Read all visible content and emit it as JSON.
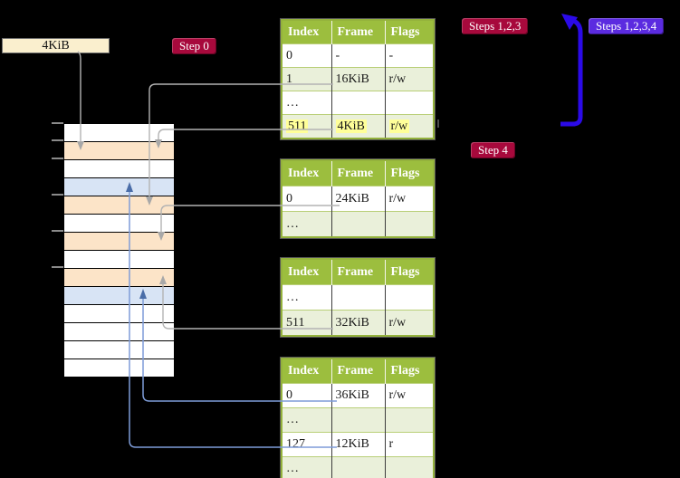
{
  "page_size_box": {
    "label": "4KiB"
  },
  "badges": {
    "step0": "Step 0",
    "steps123": "Steps 1,2,3",
    "steps1234": "Steps 1,2,3,4",
    "step4": "Step 4"
  },
  "tables": [
    {
      "name": "page-table-level-4",
      "headers": [
        "Index",
        "Frame",
        "Flags"
      ],
      "rows": [
        {
          "cells": [
            "0",
            "-",
            "-"
          ]
        },
        {
          "cells": [
            "1",
            "16KiB",
            "r/w"
          ]
        },
        {
          "cells": [
            "…",
            "",
            ""
          ]
        },
        {
          "cells": [
            "511",
            "4KiB",
            "r/w"
          ],
          "highlight": true
        }
      ]
    },
    {
      "name": "page-table-level-3",
      "headers": [
        "Index",
        "Frame",
        "Flags"
      ],
      "rows": [
        {
          "cells": [
            "0",
            "24KiB",
            "r/w"
          ]
        },
        {
          "cells": [
            "…",
            "",
            ""
          ]
        }
      ]
    },
    {
      "name": "page-table-level-2",
      "headers": [
        "Index",
        "Frame",
        "Flags"
      ],
      "rows": [
        {
          "cells": [
            "…",
            "",
            ""
          ]
        },
        {
          "cells": [
            "511",
            "32KiB",
            "r/w"
          ]
        }
      ]
    },
    {
      "name": "page-table-level-1",
      "headers": [
        "Index",
        "Frame",
        "Flags"
      ],
      "rows": [
        {
          "cells": [
            "0",
            "36KiB",
            "r/w"
          ]
        },
        {
          "cells": [
            "…",
            "",
            ""
          ]
        },
        {
          "cells": [
            "127",
            "12KiB",
            "r"
          ]
        },
        {
          "cells": [
            "…",
            "",
            ""
          ]
        }
      ]
    }
  ],
  "memory_strip": {
    "rows": [
      "white",
      "peach",
      "white",
      "blue",
      "peach",
      "white",
      "peach",
      "white",
      "peach",
      "blue",
      "white",
      "white",
      "white",
      "white"
    ]
  },
  "colors": {
    "badge_crimson": "#A7093C",
    "badge_blue": "#5B2BE0",
    "loop_arrow_blue": "#2B0AE8",
    "table_header_green": "#9CBE3E",
    "table_row_green": "#EAF0DA",
    "table_border_green": "#94B23C",
    "memory_row_peach": "#FCE4C8",
    "memory_row_blue": "#D8E4F5",
    "highlight_yellow": "#FFFF99",
    "page_box_cream": "#FAEFCE",
    "gray_connector": "#b3b3b3",
    "blue_connector": "#7E9CD8"
  }
}
